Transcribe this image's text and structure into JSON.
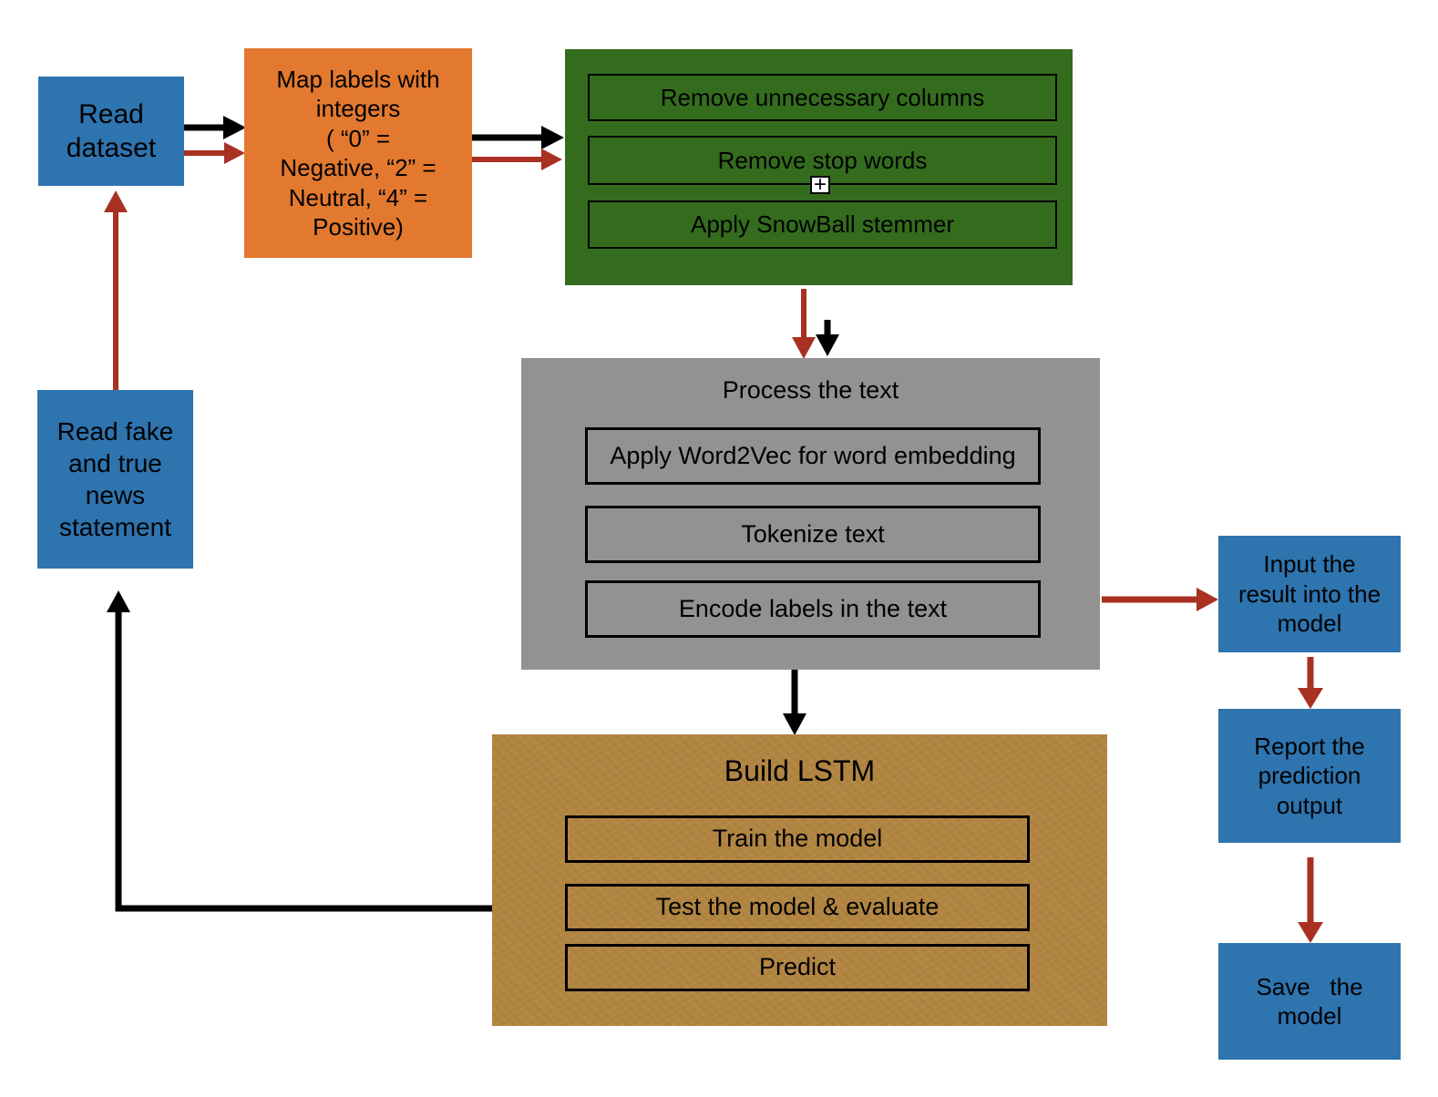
{
  "colors": {
    "node_blue": "#2e74af",
    "node_orange": "#e2792f",
    "group_green": "#346c1e",
    "group_gray": "#929292",
    "group_brown": "#b28541",
    "arrow_red": "#a93122",
    "arrow_black": "#000000"
  },
  "flowchart": {
    "nodes": {
      "read_dataset": {
        "label": "Read\ndataset"
      },
      "read_fake": {
        "label": "Read fake\nand true\nnews\nstatement"
      },
      "map_labels": {
        "label": "Map labels with\nintegers\n( “0” =\nNegative, “2” =\nNeutral, “4” =\nPositive)"
      },
      "input_result": {
        "label": "Input the\nresult into the\nmodel"
      },
      "report_output": {
        "label": "Report the\nprediction\noutput"
      },
      "save_model": {
        "label": "Save   the\nmodel"
      }
    },
    "clean_group": {
      "items": [
        {
          "label": "Remove unnecessary columns"
        },
        {
          "label": "Remove stop words"
        },
        {
          "label": "Apply SnowBall stemmer"
        }
      ]
    },
    "process_group": {
      "title": "Process the text",
      "items": [
        {
          "label": "Apply Word2Vec for word embedding"
        },
        {
          "label": "Tokenize text"
        },
        {
          "label": "Encode labels in the text"
        }
      ]
    },
    "build_group": {
      "title": "Build LSTM",
      "items": [
        {
          "label": "Train the model"
        },
        {
          "label": "Test the model & evaluate"
        },
        {
          "label": "Predict"
        }
      ]
    },
    "plus_handle": {
      "glyph": "+"
    }
  }
}
